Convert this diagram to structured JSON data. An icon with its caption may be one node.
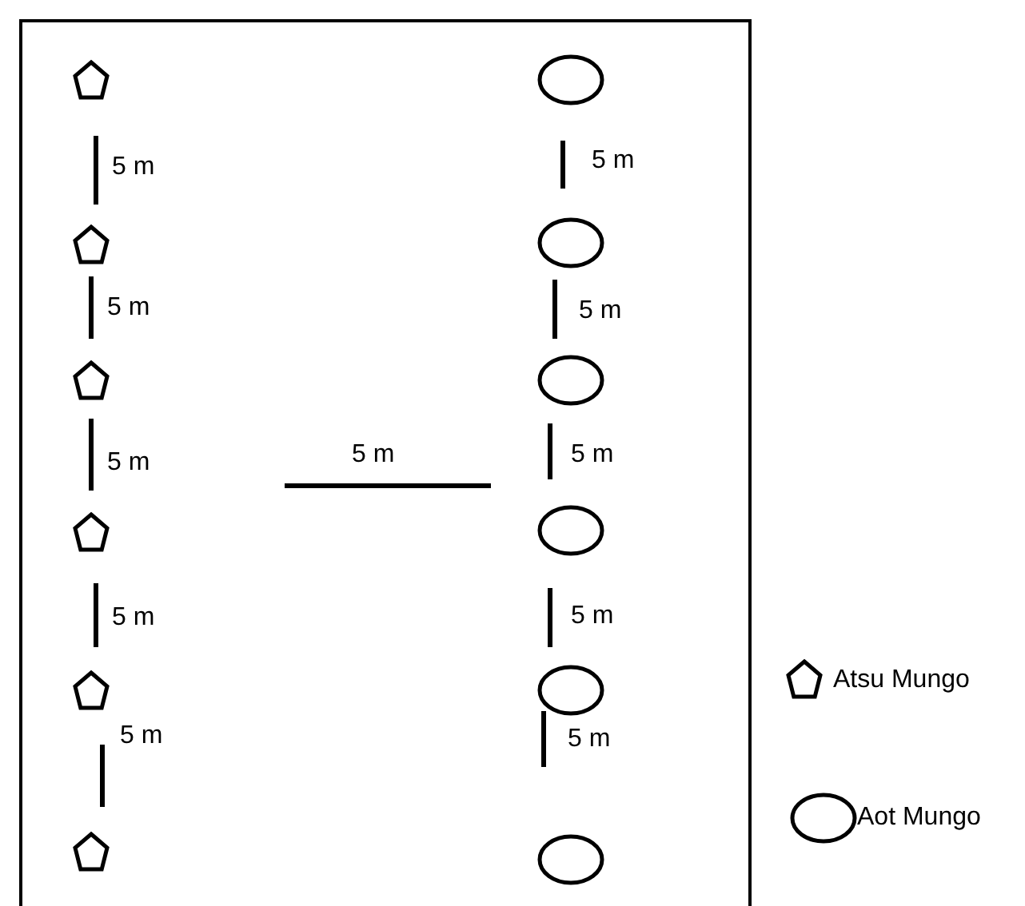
{
  "diagram": {
    "nodes": [
      {
        "text": [],
        "shape": "pentagon"
      },
      {
        "text": [],
        "shape": "pentagon"
      },
      {
        "text": [],
        "shape": "pentagon"
      },
      {
        "text": [],
        "shape": "pentagon"
      },
      {
        "text": [],
        "shape": "pentagon"
      },
      {
        "text": [],
        "shape": "pentagon"
      },
      {
        "text": [],
        "shape": "ellipse"
      },
      {
        "text": [],
        "shape": "ellipse"
      },
      {
        "text": [],
        "shape": "ellipse"
      },
      {
        "text": [],
        "shape": "ellipse"
      },
      {
        "text": [],
        "shape": "ellipse"
      },
      {
        "text": [],
        "shape": "ellipse"
      }
    ],
    "labels": [
      "5 m",
      "5 m",
      "5 m",
      "5 m",
      "5 m",
      "5 m",
      "5 m",
      "5 m",
      "5 m",
      "5 m",
      "5 m"
    ],
    "legend": [
      {
        "text": "Atsu Mungo"
      },
      {
        "text": "Aot Mungo"
      }
    ]
  }
}
